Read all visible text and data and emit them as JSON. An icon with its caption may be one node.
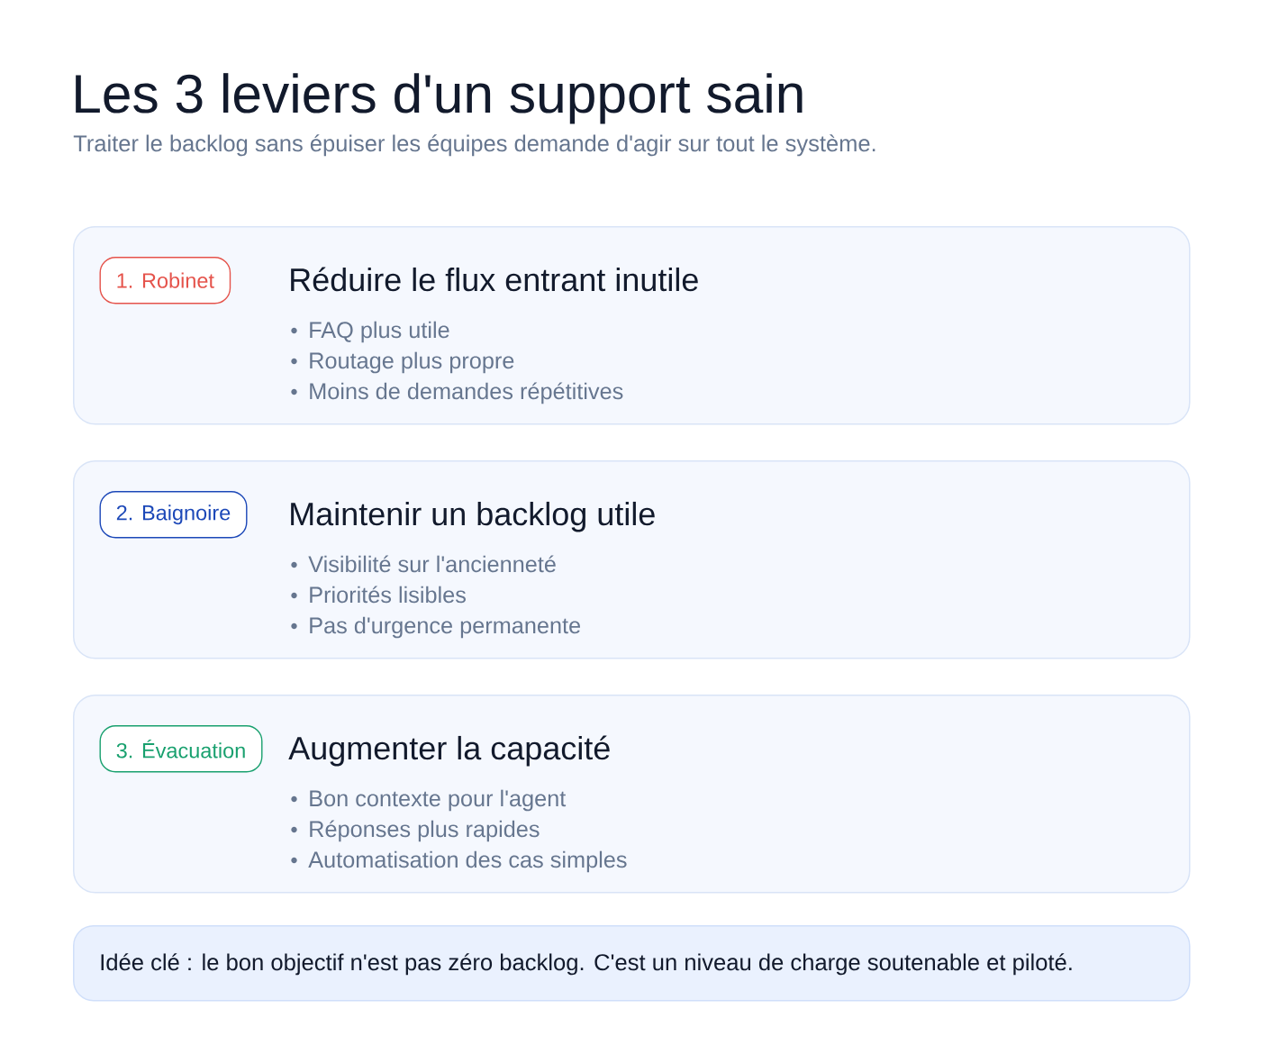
{
  "diagram": {
    "title": "Les 3 leviers d'un support sain",
    "nodes": [
      {
        "text": [
          "Réduire le flux entrant inutile",
          "FAQ plus utile",
          "Routage plus propre",
          "Moins de demandes répétitives"
        ]
      },
      {
        "text": [
          "1. Robinet"
        ],
        "in": 0
      },
      {
        "text": [
          "Maintenir un backlog utile",
          "Visibilité sur l'ancienneté",
          "Priorités lisibles",
          "Pas d'urgence permanente"
        ]
      },
      {
        "text": [
          "2. Baignoire"
        ],
        "in": 2
      },
      {
        "text": [
          "Augmenter la capacité",
          "Bon contexte pour l'agent",
          "Réponses plus rapides",
          "Automatisation des cas simples"
        ]
      },
      {
        "text": [
          "3. Évacuation"
        ],
        "in": 4
      },
      {
        "text": [
          "Idée clé : le bon objectif n'est pas zéro backlog. C'est un niveau de charge soutenable et piloté."
        ]
      }
    ],
    "labels": [
      "Traiter le backlog sans épuiser les équipes demande d'agir sur tout le système."
    ]
  }
}
